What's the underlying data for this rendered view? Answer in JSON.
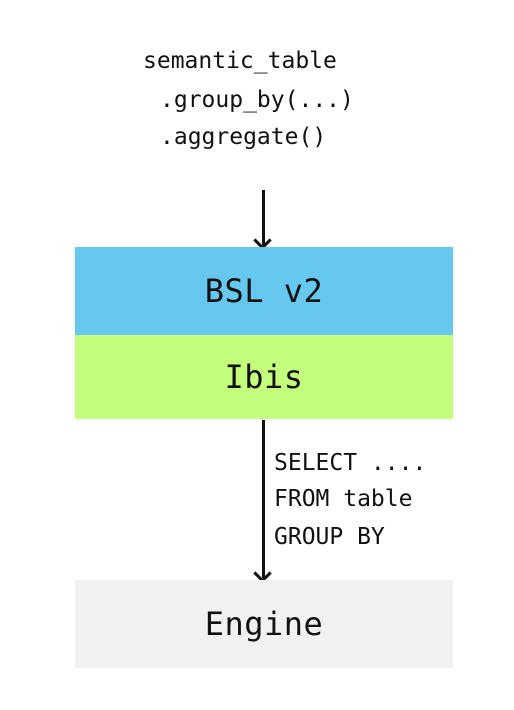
{
  "code": {
    "line1": "semantic_table",
    "line2": ".group_by(...)",
    "line3": ".aggregate()"
  },
  "layers": {
    "bsl": {
      "label": "BSL v2",
      "color": "#66c8ee"
    },
    "ibis": {
      "label": "Ibis",
      "color": "#c3fe7c"
    }
  },
  "sql": {
    "line1": "SELECT ....",
    "line2": "FROM table",
    "line3": "GROUP BY"
  },
  "engine": {
    "label": "Engine",
    "color": "#f1f1f1"
  }
}
